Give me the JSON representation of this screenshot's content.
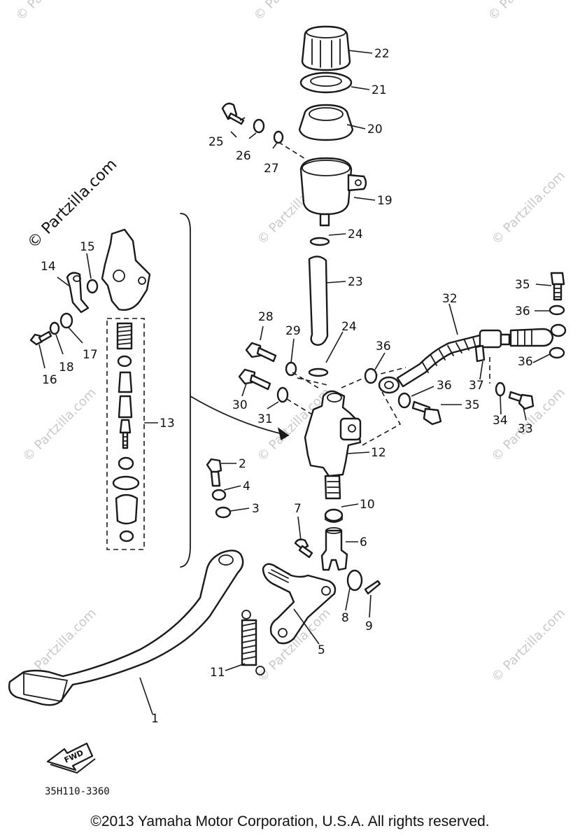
{
  "watermark": {
    "label": "© Partzilla.com",
    "faint_label": "© Partzilla.com"
  },
  "diagram_code": "35H110-3360",
  "fwd_label": "FWD",
  "copyright": "©2013 Yamaha Motor Corporation, U.S.A. All rights reserved.",
  "callouts": {
    "c1": "1",
    "c2": "2",
    "c3": "3",
    "c4": "4",
    "c5": "5",
    "c6": "6",
    "c7": "7",
    "c8": "8",
    "c9": "9",
    "c10": "10",
    "c11": "11",
    "c12": "12",
    "c13": "13",
    "c14": "14",
    "c15": "15",
    "c16": "16",
    "c17": "17",
    "c18": "18",
    "c19": "19",
    "c20": "20",
    "c21": "21",
    "c22": "22",
    "c23": "23",
    "c24a": "24",
    "c24b": "24",
    "c25": "25",
    "c26": "26",
    "c27": "27",
    "c28": "28",
    "c29": "29",
    "c30": "30",
    "c31": "31",
    "c32": "32",
    "c33": "33",
    "c34": "34",
    "c35a": "35",
    "c35b": "35",
    "c36a": "36",
    "c36b": "36",
    "c36c": "36",
    "c36d": "36",
    "c37": "37"
  }
}
